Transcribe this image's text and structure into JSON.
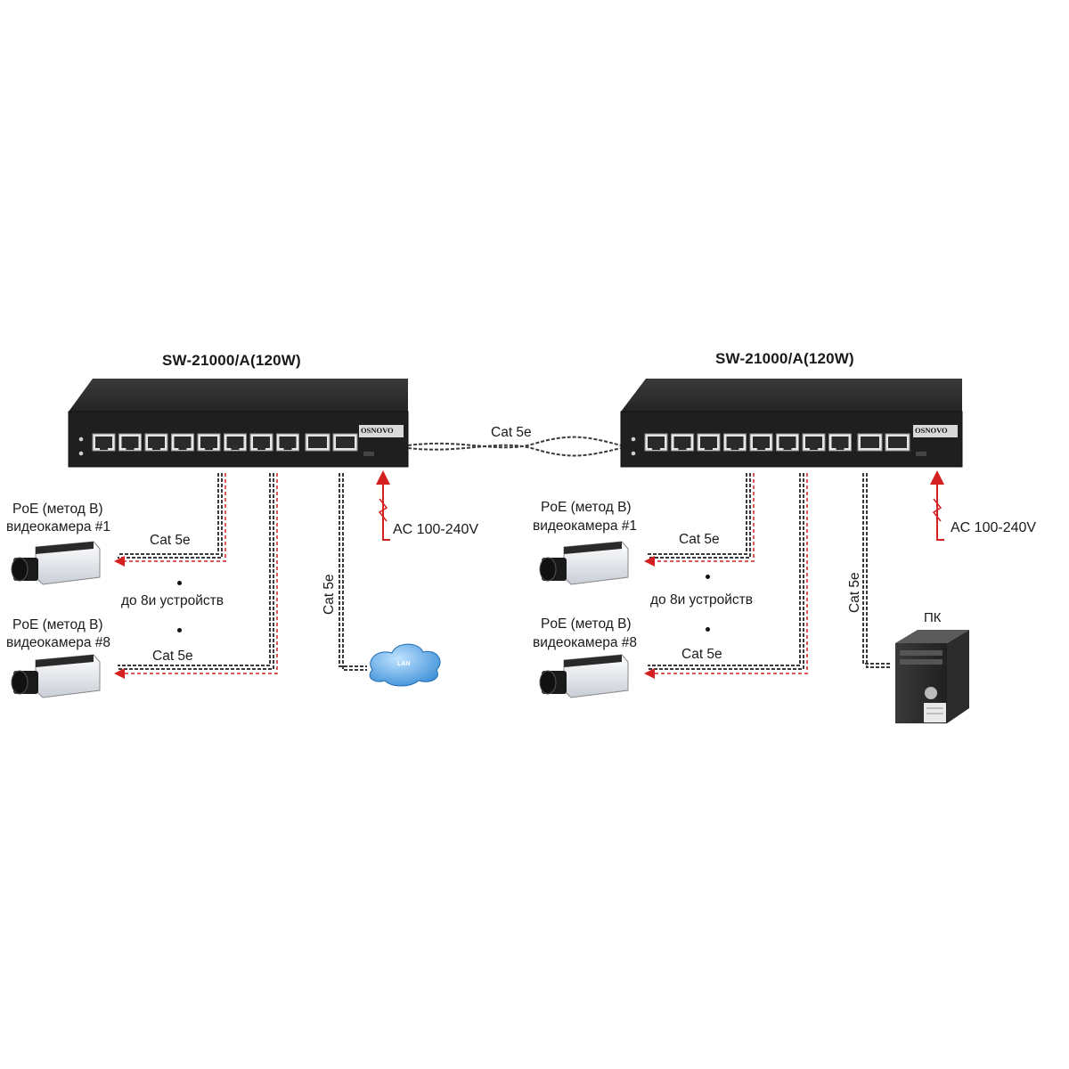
{
  "diagram": {
    "left_switch": {
      "model": "SW-21000/A(120W)",
      "brand": "OSNOVO",
      "camera_first": {
        "line1": "PoE (метод В)",
        "line2": "видеокамера  #1"
      },
      "camera_last": {
        "line1": "PoE (метод В)",
        "line2": "видеокамера  #8"
      },
      "cable_first": "Cat 5e",
      "cable_last": "Cat 5e",
      "devices_note": "до  8и устройств",
      "uplink_cable": "Cat 5e",
      "uplink_target": "LAN",
      "power": "AC 100-240V"
    },
    "right_switch": {
      "model": "SW-21000/A(120W)",
      "brand": "OSNOVO",
      "camera_first": {
        "line1": "PoE (метод В)",
        "line2": "видеокамера  #1"
      },
      "camera_last": {
        "line1": "PoE (метод В)",
        "line2": "видеокамера  #8"
      },
      "cable_first": "Cat 5e",
      "cable_last": "Cat 5e",
      "devices_note": "до  8и устройств",
      "uplink_cable": "Cat 5e",
      "uplink_target": "ПК",
      "power": "AC 100-240V"
    },
    "interconnect_cable": "Cat 5e",
    "colors": {
      "switch_body": "#2b2b2b",
      "switch_face": "#1c1c1c",
      "poe_power_line": "#d42020",
      "cable": "#3a3a3a",
      "cloud": "#3b8fd6"
    }
  }
}
